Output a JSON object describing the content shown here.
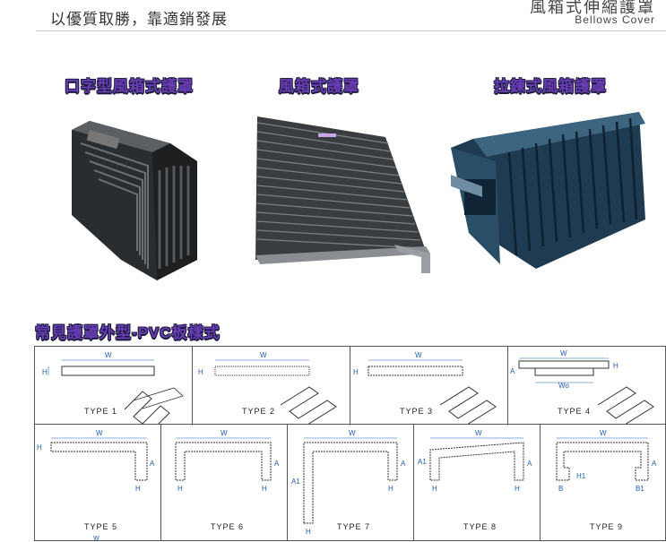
{
  "header": {
    "tagline": "以優質取勝，靠適銷發展",
    "title_zh": "風箱式伸縮護罩",
    "title_en": "Bellows Cover"
  },
  "products": [
    {
      "label": "口字型風箱式護罩"
    },
    {
      "label": "風箱式護罩"
    },
    {
      "label": "拉鍊式風箱護罩"
    }
  ],
  "section": {
    "title": "常見護罩外型-PVC板樣式"
  },
  "types": [
    {
      "label": "TYPE 1"
    },
    {
      "label": "TYPE 2"
    },
    {
      "label": "TYPE 3"
    },
    {
      "label": "TYPE 4"
    },
    {
      "label": "TYPE 5"
    },
    {
      "label": "TYPE 6"
    },
    {
      "label": "TYPE 7"
    },
    {
      "label": "TYPE 8"
    },
    {
      "label": "TYPE 9"
    }
  ],
  "dims": {
    "w": "W",
    "h": "H",
    "a": "A",
    "a1": "A1",
    "wo": "Wo",
    "b": "B",
    "b1": "B1",
    "h1": "H1"
  },
  "colors": {
    "dim_blue": "#1f5fb5",
    "heading_purple": "#6a3db6"
  }
}
